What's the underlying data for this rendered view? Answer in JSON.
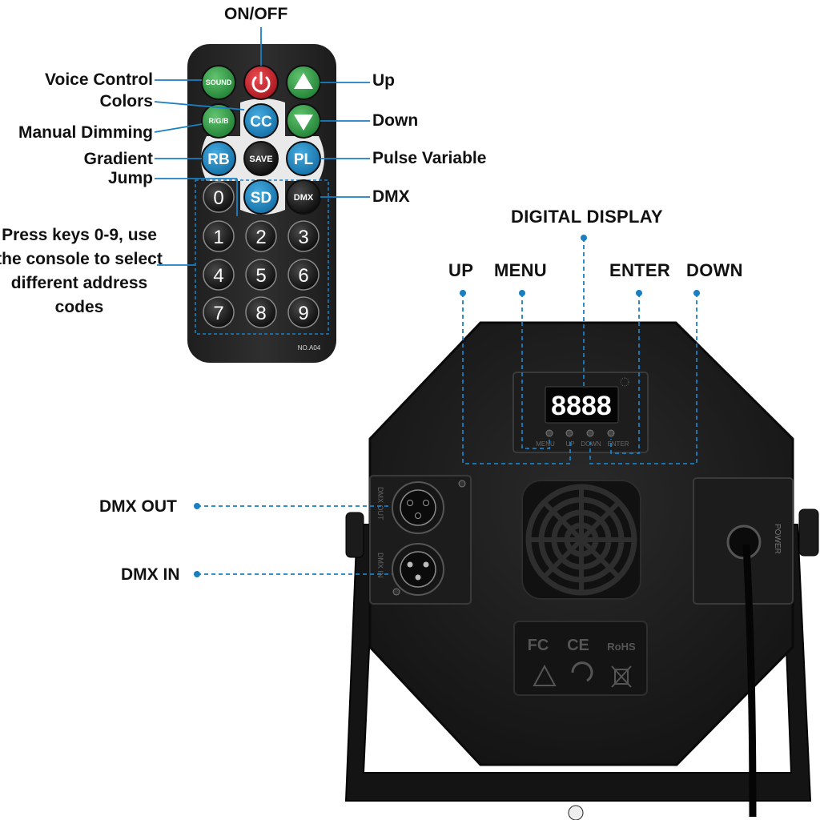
{
  "remote": {
    "labels": {
      "on_off": "ON/OFF",
      "voice_control": "Voice Control",
      "colors": "Colors",
      "manual_dimming": "Manual Dimming",
      "gradient": "Gradient",
      "jump": "Jump",
      "up": "Up",
      "down": "Down",
      "pulse_variable": "Pulse Variable",
      "dmx": "DMX",
      "press_keys": "Press keys 0-9, use the console to select different address codes"
    },
    "buttons": {
      "sound": "SOUND",
      "rgb": "R/G/B",
      "cc": "CC",
      "rb": "RB",
      "save": "SAVE",
      "pl": "PL",
      "sd": "SD",
      "dmx": "DMX"
    },
    "number_keys": [
      "0",
      "1",
      "2",
      "3",
      "4",
      "5",
      "6",
      "7",
      "8",
      "9"
    ],
    "model": "NO.A04",
    "colors": {
      "green": "#2e9e43",
      "red": "#c9202a",
      "blue": "#1a86c2",
      "black": "#151515",
      "body": "#2b2b2b"
    }
  },
  "device": {
    "labels": {
      "digital_display": "DIGITAL DISPLAY",
      "up": "UP",
      "menu": "MENU",
      "enter": "ENTER",
      "down": "DOWN",
      "dmx_out": "DMX OUT",
      "dmx_in": "DMX IN"
    },
    "display_value": "8888",
    "panel_button_labels": [
      "MENU",
      "UP",
      "DOWN",
      "ENTER"
    ],
    "port_labels": [
      "DMX OUT",
      "DMX IN"
    ],
    "power_label": "POWER",
    "cert_marks": [
      "FC",
      "CE",
      "RoHS"
    ],
    "accent": "#1a7fc1"
  }
}
